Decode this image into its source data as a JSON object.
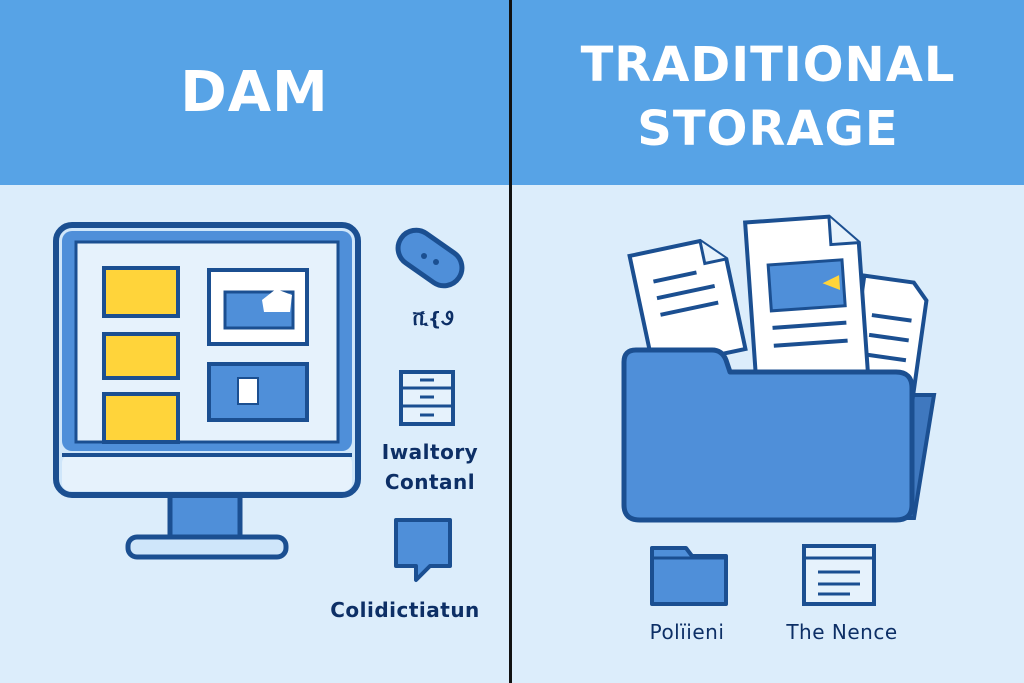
{
  "left_panel": {
    "title": "DAM",
    "labels": {
      "top_icon_label": "ቪ{Ꮽ",
      "middle_icon_label_line1": "Iwaltory",
      "middle_icon_label_line2": "Contanl",
      "bottom_icon_label": "Colidictiatun"
    }
  },
  "right_panel": {
    "title_line1": "TRADITIONAL",
    "title_line2": "STORAGE",
    "labels": {
      "folder_icon_label": "Polïieni",
      "doc_icon_label": "The Nence"
    }
  },
  "colors": {
    "header_blue": "#57a3e6",
    "background": "#dcedfb",
    "navy": "#1b4f91",
    "yellow": "#ffd43a",
    "mid_blue": "#4f8fd9"
  },
  "icons": {
    "left": [
      "monitor-icon",
      "tag-icon",
      "cabinet-icon",
      "speech-bubble-icon"
    ],
    "right": [
      "folder-with-documents-icon",
      "folder-icon",
      "document-icon"
    ]
  }
}
